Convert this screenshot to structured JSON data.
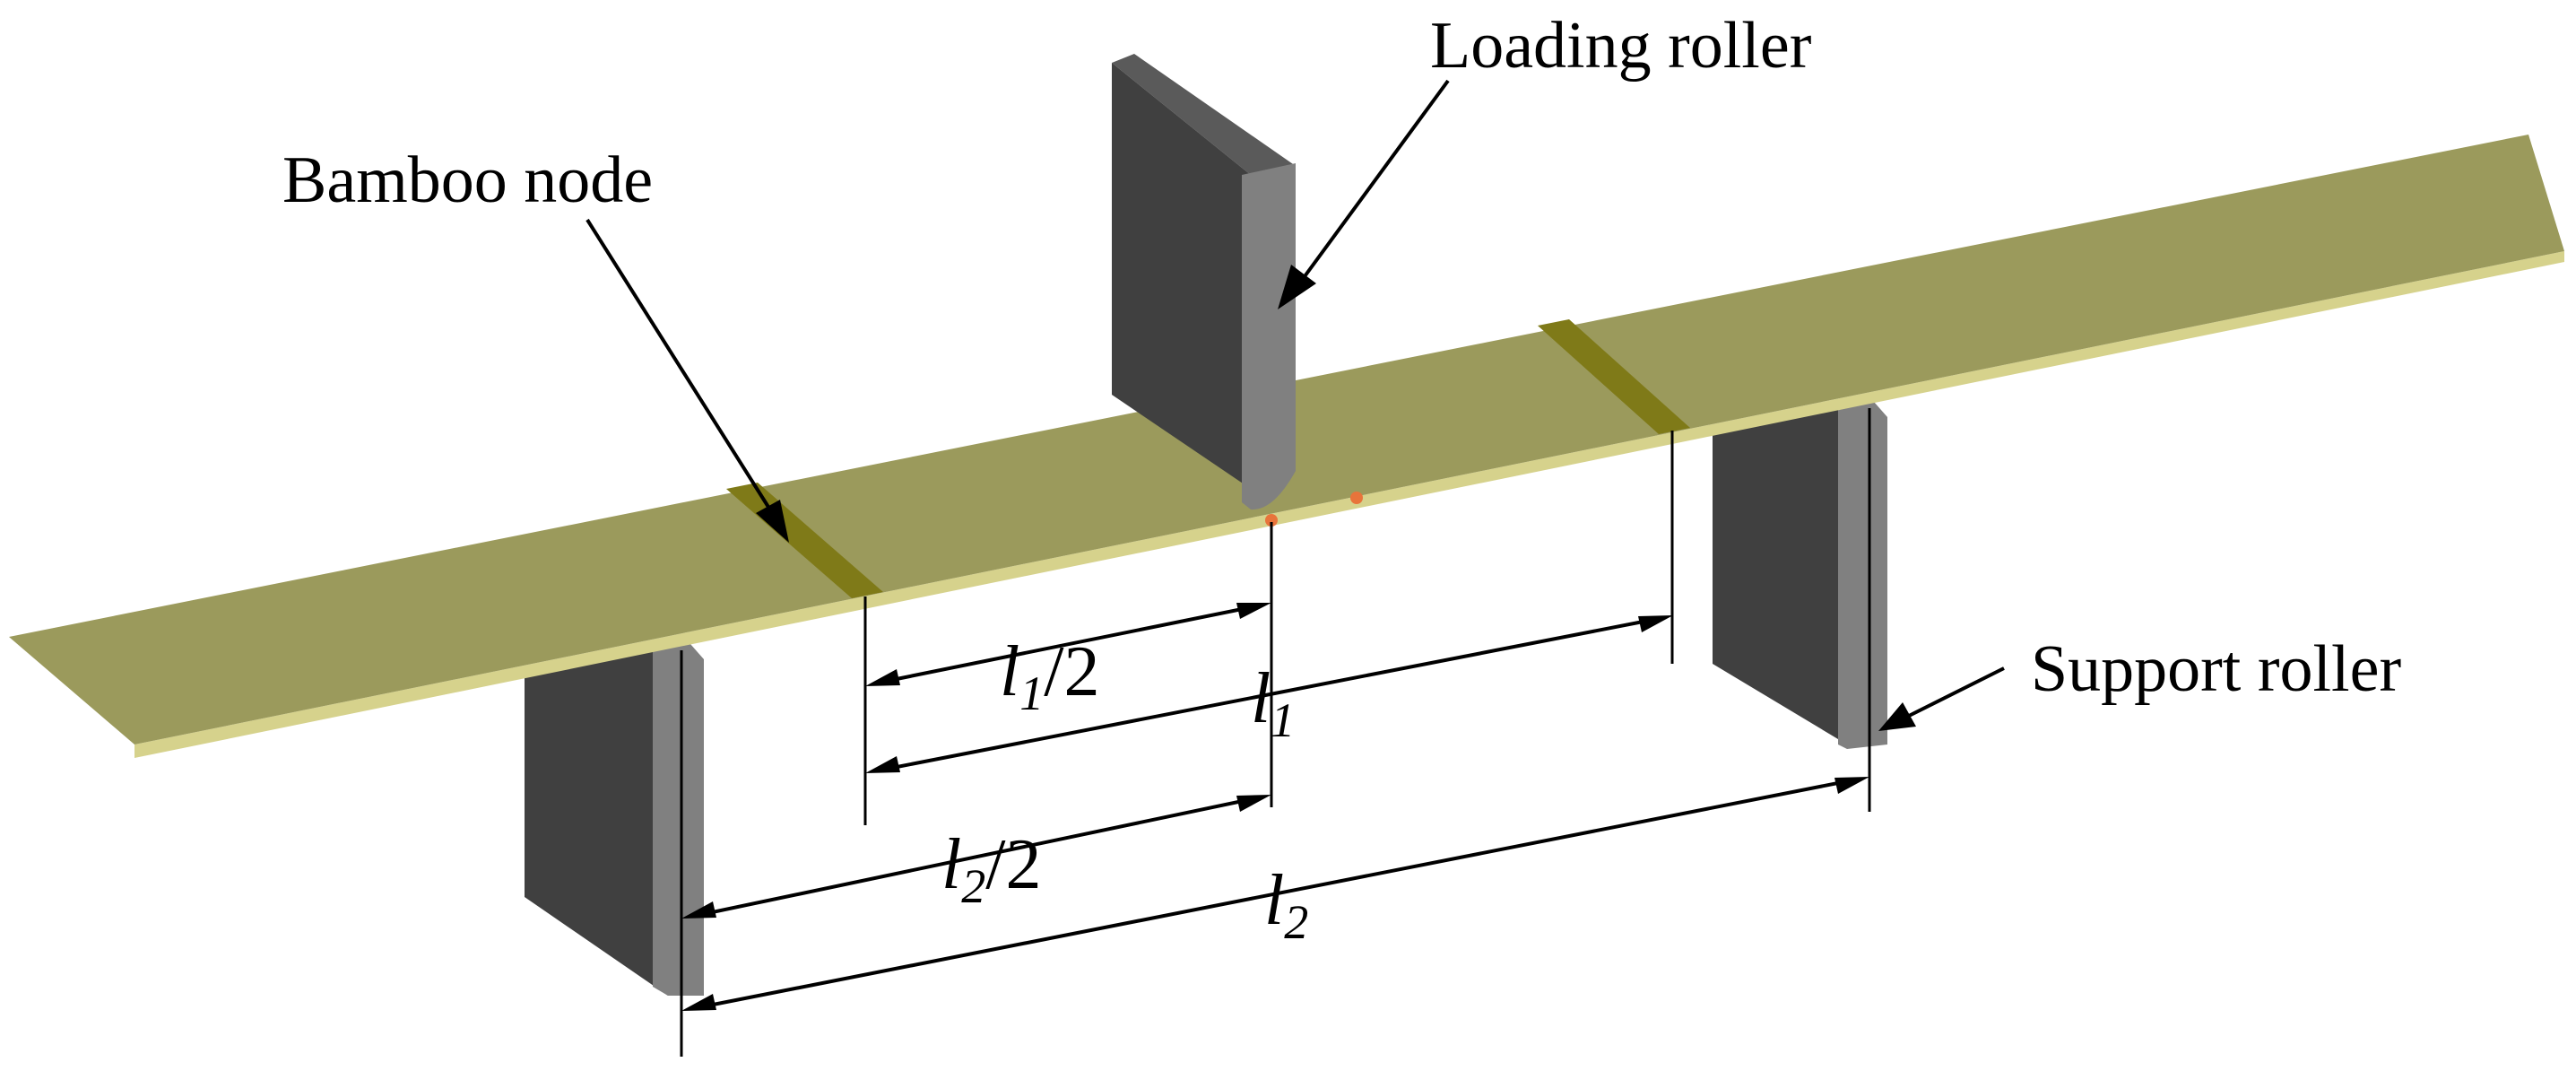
{
  "labels": {
    "loading_roller": "Loading roller",
    "bamboo_node": "Bamboo node",
    "support_roller": "Support roller"
  },
  "dimensions": {
    "l1_half": {
      "sym": "l",
      "sub": "1",
      "suffix": "/2"
    },
    "l1": {
      "sym": "l",
      "sub": "1",
      "suffix": ""
    },
    "l2_half": {
      "sym": "l",
      "sub": "2",
      "suffix": "/2"
    },
    "l2": {
      "sym": "l",
      "sub": "2",
      "suffix": ""
    }
  },
  "colors": {
    "strip_top": "#9b9a5c",
    "strip_edge": "#d6d28c",
    "node_band": "#7f7a18",
    "roller_dark": "#404040",
    "roller_light": "#808080",
    "roller_side": "#5a5a5a",
    "contact_point": "#e8743b"
  }
}
